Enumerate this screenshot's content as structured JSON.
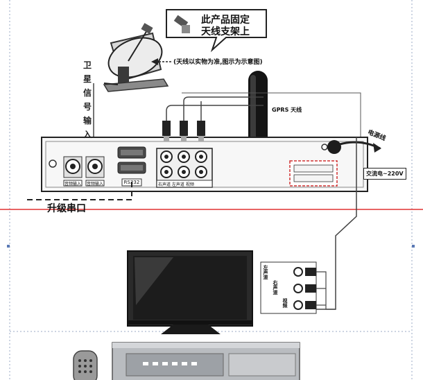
{
  "callout": {
    "line1": "此产品固定",
    "line2": "天线支架上"
  },
  "antenna_note": "(天线以实物为准,图示为示意图)",
  "gprs_label": "GPRS 天线",
  "satellite_input_label": [
    "卫",
    "星",
    "信",
    "号",
    "输",
    "入"
  ],
  "upgrade_port_label": "升级串口",
  "power_cord_label": "电源线",
  "power_spec_label": "交流电~220V",
  "panel_labels": {
    "jack1": "音频输入",
    "jack2": "音频输入",
    "rs232": "RS232",
    "rca_group": "右声道  左声道  视频"
  },
  "tv_side_labels": [
    "左声道",
    "右声道",
    "视频"
  ],
  "colors": {
    "cable": "#444444",
    "red_line": "#e03030",
    "dashed_border": "#9aa9c4",
    "device_body": "#f7f7f7",
    "tv_screen": "#1c1c1c",
    "dvr_body": "#b9bcc0"
  }
}
